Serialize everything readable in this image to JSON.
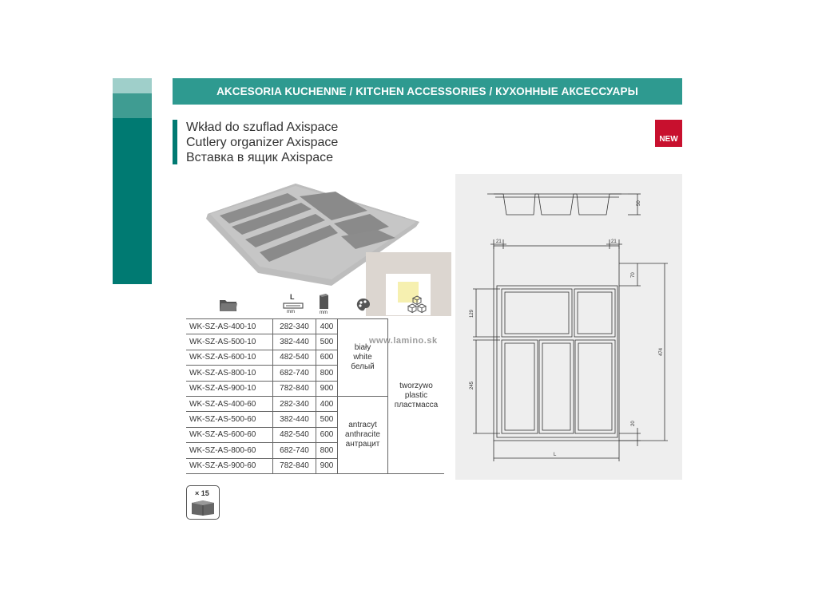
{
  "header": {
    "title": "AKCESORIA KUCHENNE / KITCHEN ACCESSORIES / КУХОННЫЕ АКСЕССУАРЫ"
  },
  "product": {
    "title_pl": "Wkład do szuflad Axispace",
    "title_en": "Cutlery organizer Axispace",
    "title_ru": "Вставка в ящик Axispace",
    "badge": "NEW"
  },
  "icons": {
    "width_label": "L",
    "width_unit": "mm",
    "depth_unit": "mm"
  },
  "watermark": "www.lamino.sk",
  "table": {
    "rows": [
      {
        "code": "WK-SZ-AS-400-10",
        "range": "282-340",
        "depth": "400"
      },
      {
        "code": "WK-SZ-AS-500-10",
        "range": "382-440",
        "depth": "500"
      },
      {
        "code": "WK-SZ-AS-600-10",
        "range": "482-540",
        "depth": "600"
      },
      {
        "code": "WK-SZ-AS-800-10",
        "range": "682-740",
        "depth": "800"
      },
      {
        "code": "WK-SZ-AS-900-10",
        "range": "782-840",
        "depth": "900"
      },
      {
        "code": "WK-SZ-AS-400-60",
        "range": "282-340",
        "depth": "400"
      },
      {
        "code": "WK-SZ-AS-500-60",
        "range": "382-440",
        "depth": "500"
      },
      {
        "code": "WK-SZ-AS-600-60",
        "range": "482-540",
        "depth": "600"
      },
      {
        "code": "WK-SZ-AS-800-60",
        "range": "682-740",
        "depth": "800"
      },
      {
        "code": "WK-SZ-AS-900-60",
        "range": "782-840",
        "depth": "900"
      }
    ],
    "color_white": [
      "biały",
      "white",
      "белый"
    ],
    "color_anthracite": [
      "antracyt",
      "anthracite",
      "антрацит"
    ],
    "material": [
      "tworzywo",
      "plastic",
      "пластмасса"
    ]
  },
  "pack": {
    "quantity": "× 15"
  },
  "drawing": {
    "dim_height": "50",
    "dim_side_left": "21",
    "dim_side_right": "21",
    "dim_top": "70",
    "dim_front": "129",
    "dim_back": "245",
    "dim_bottom": "20",
    "dim_total": "474",
    "dim_width": "L"
  },
  "colors": {
    "teal_dark": "#007a72",
    "teal_header": "#2e9a90",
    "new_red": "#c8102e",
    "drawing_bg": "#eeeeee"
  }
}
